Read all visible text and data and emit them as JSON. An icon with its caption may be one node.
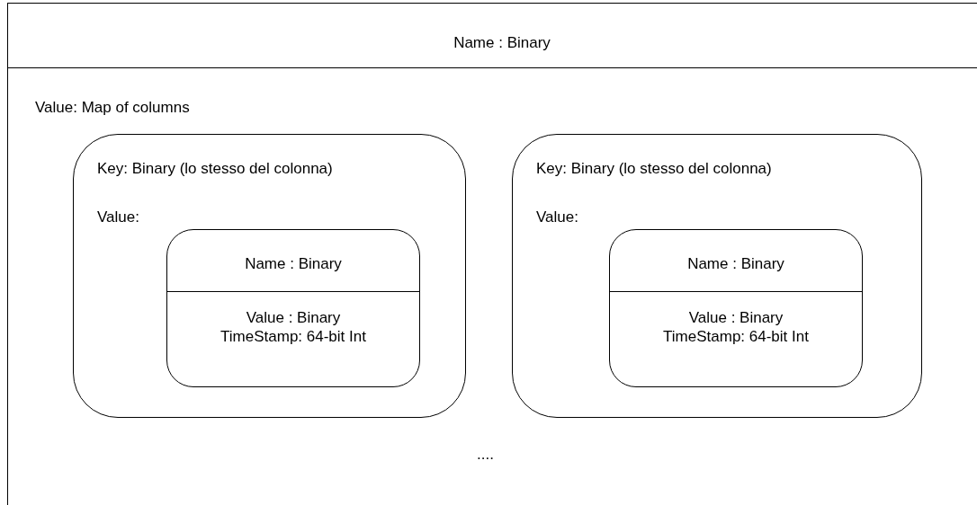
{
  "diagram": {
    "nodes": [
      {
        "text": [
          "Name : Binary",
          "Value: Map of columns"
        ]
      },
      {
        "text": [
          "Key: Binary (lo stesso del colonna)",
          "Value:"
        ],
        "in": 0
      },
      {
        "text": [
          "Name : Binary",
          "Value : Binary",
          "TimeStamp: 64-bit Int"
        ],
        "in": 1
      },
      {
        "text": [
          "Key: Binary (lo stesso del colonna)",
          "Value:"
        ],
        "in": 0
      },
      {
        "text": [
          "Name : Binary",
          "Value : Binary",
          "TimeStamp: 64-bit Int"
        ],
        "in": 3
      }
    ],
    "labels": [
      "...."
    ]
  }
}
